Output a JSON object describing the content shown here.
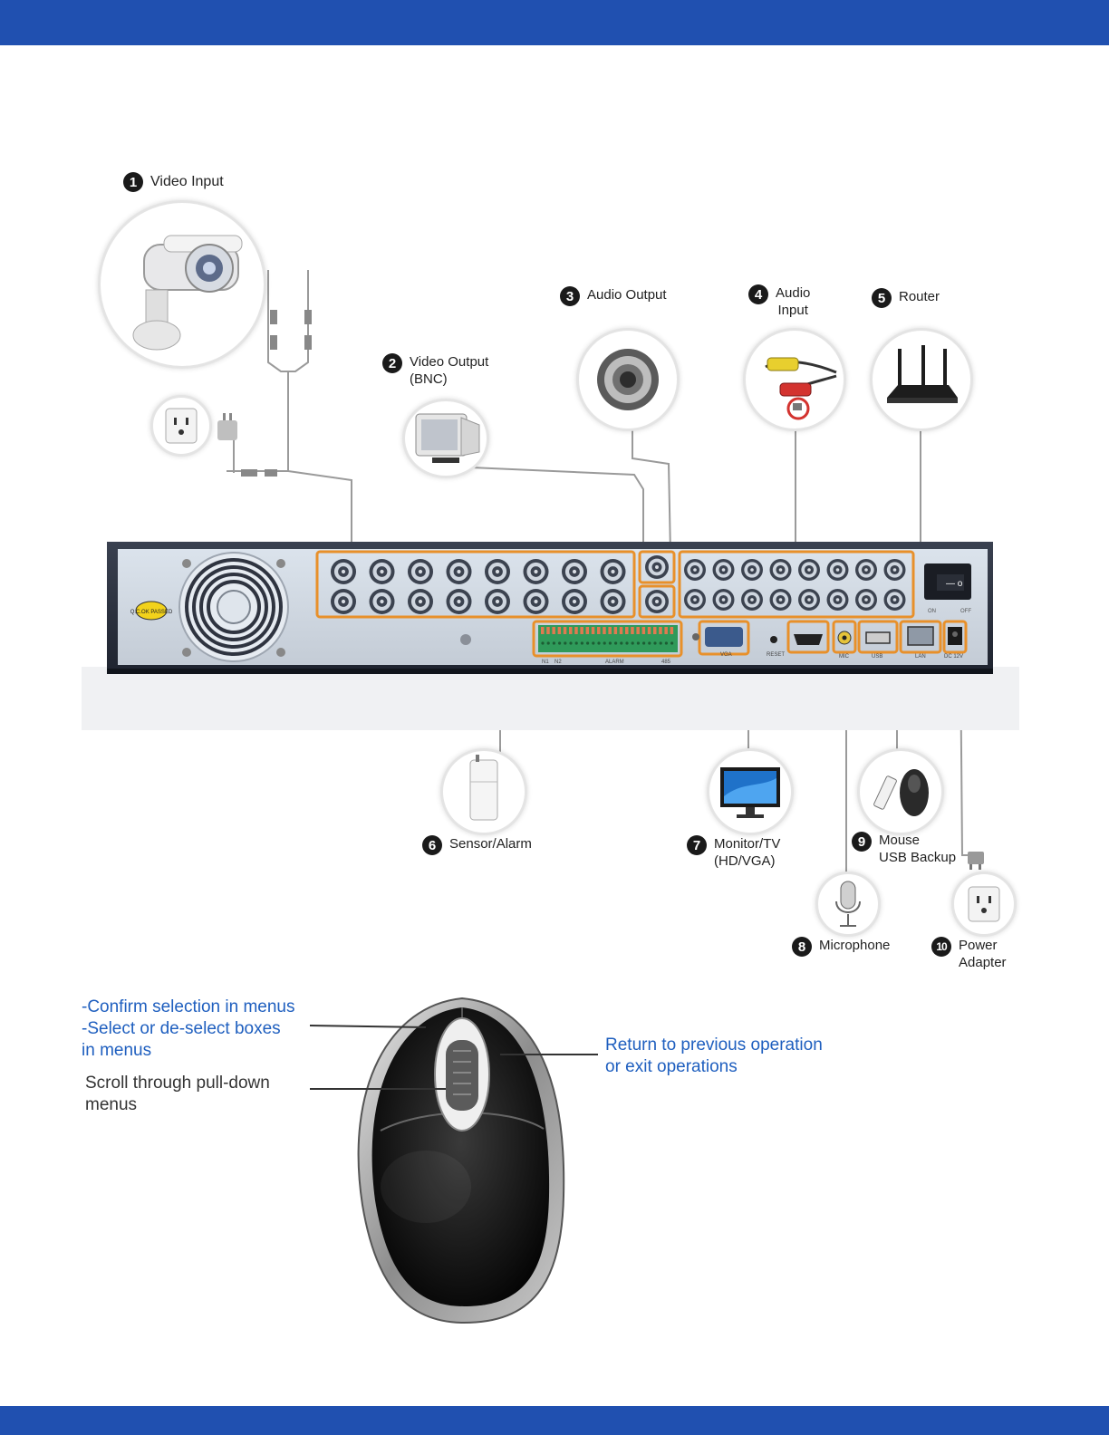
{
  "callouts": {
    "video_input": {
      "num": "1",
      "label": "Video Input"
    },
    "video_output": {
      "num": "2",
      "label_line1": "Video Output",
      "label_line2": "(BNC)"
    },
    "audio_output": {
      "num": "3",
      "label": "Audio Output"
    },
    "audio_input": {
      "num": "4",
      "label_line1": "Audio",
      "label_line2": "Input"
    },
    "router": {
      "num": "5",
      "label": "Router"
    },
    "sensor_alarm": {
      "num": "6",
      "label": "Sensor/Alarm"
    },
    "monitor_tv": {
      "num": "7",
      "label_line1": "Monitor/TV",
      "label_line2": "(HD/VGA)"
    },
    "microphone": {
      "num": "8",
      "label": "Microphone"
    },
    "mouse_usb": {
      "num": "9",
      "label_line1": "Mouse",
      "label_line2": "USB Backup"
    },
    "power_adapter": {
      "num": "10",
      "label_line1": "Power",
      "label_line2": "Adapter"
    }
  },
  "dvr_panel": {
    "badge": "Q.C.OK PASSED",
    "port_labels": [
      "VGA",
      "RESET",
      "MIC",
      "USB",
      "LAN",
      "DC 12V"
    ],
    "switch_labels": [
      "ON",
      "OFF"
    ],
    "alarm_labels": [
      "N1",
      "N2",
      "ALARM",
      "485"
    ]
  },
  "mouse_guide": {
    "left_button_line1": "-Confirm selection in menus",
    "left_button_line2": "-Select or de-select boxes",
    "left_button_line3": "in menus",
    "scroll_line1": "Scroll through pull-down",
    "scroll_line2": "menus",
    "right_button_line1": "Return to previous operation",
    "right_button_line2": "or exit operations"
  },
  "colors": {
    "header_band": "#2050b0",
    "highlight": "#e8902a",
    "blue_text": "#1f5fbf"
  }
}
